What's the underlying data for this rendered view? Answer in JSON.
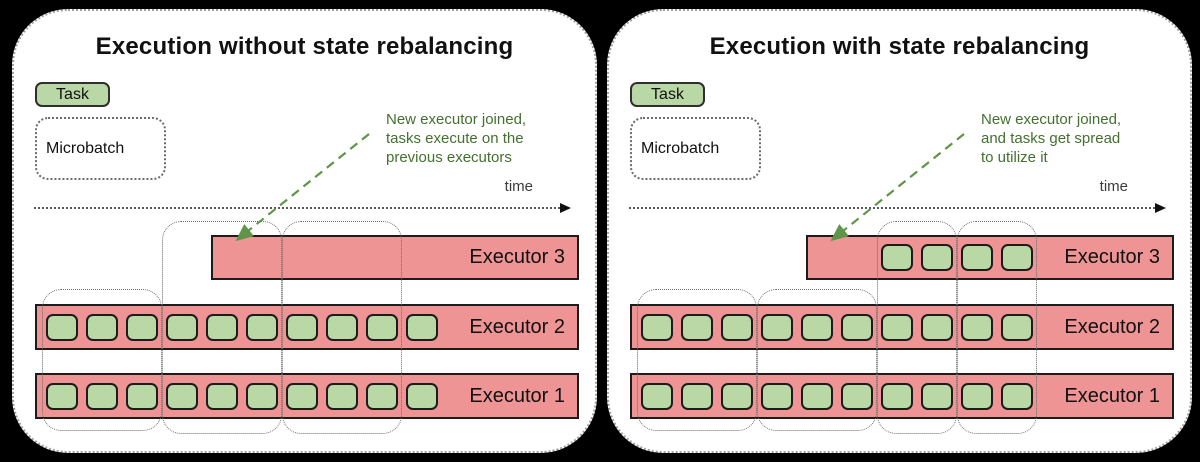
{
  "colors": {
    "background": "#000000",
    "panel_fill": "#ffffff",
    "panel_border": "#a0a0a0",
    "executor_fill": "#ee9494",
    "executor_border": "#1c1c1c",
    "task_fill": "#b9d8a6",
    "task_border": "#1c1c1c",
    "microbatch_outline": "#6b6b6b",
    "annotation_text": "#44702f",
    "annotation_arrow": "#5f9549",
    "time_axis": "#5a5a5a",
    "title_text": "#111111"
  },
  "panels": [
    {
      "title": "Execution without state rebalancing",
      "legend": {
        "task_label": "Task",
        "microbatch_label": "Microbatch"
      },
      "annotation": {
        "lines": [
          "New executor joined,",
          "tasks execute on the",
          "previous executors"
        ]
      },
      "time_label": "time",
      "executors": [
        {
          "label": "Executor 3",
          "task_columns": []
        },
        {
          "label": "Executor 2",
          "task_columns": [
            1,
            2,
            3,
            4,
            5,
            6,
            7,
            8,
            9,
            10
          ]
        },
        {
          "label": "Executor 1",
          "task_columns": [
            1,
            2,
            3,
            4,
            5,
            6,
            7,
            8,
            9,
            10
          ]
        }
      ],
      "microbatches": [
        {
          "columns": [
            1,
            3
          ],
          "spans_executor3": false
        },
        {
          "columns": [
            4,
            6
          ],
          "spans_executor3": true
        },
        {
          "columns": [
            7,
            9
          ],
          "spans_executor3": true
        }
      ]
    },
    {
      "title": "Execution with state rebalancing",
      "legend": {
        "task_label": "Task",
        "microbatch_label": "Microbatch"
      },
      "annotation": {
        "lines": [
          "New executor joined,",
          "and tasks get spread",
          "to utilize it"
        ]
      },
      "time_label": "time",
      "executors": [
        {
          "label": "Executor 3",
          "task_columns": [
            7,
            8,
            9,
            10
          ]
        },
        {
          "label": "Executor 2",
          "task_columns": [
            1,
            2,
            3,
            4,
            5,
            6,
            7,
            8,
            9,
            10
          ]
        },
        {
          "label": "Executor 1",
          "task_columns": [
            1,
            2,
            3,
            4,
            5,
            6,
            7,
            8,
            9,
            10
          ]
        }
      ],
      "microbatches": [
        {
          "columns": [
            1,
            3
          ],
          "spans_executor3": false
        },
        {
          "columns": [
            4,
            6
          ],
          "spans_executor3": false
        },
        {
          "columns": [
            7,
            8
          ],
          "spans_executor3": true
        },
        {
          "columns": [
            9,
            10
          ],
          "spans_executor3": true
        }
      ]
    }
  ]
}
